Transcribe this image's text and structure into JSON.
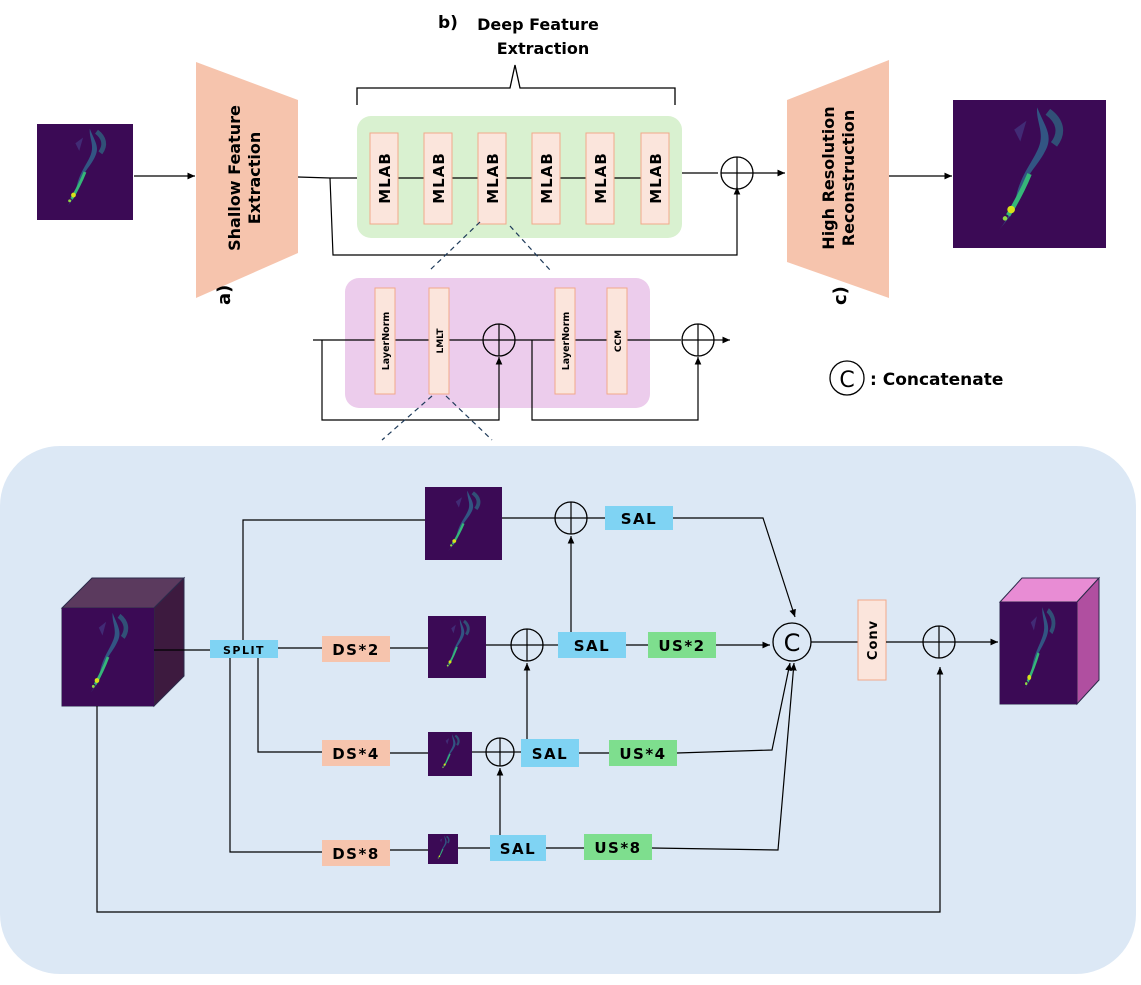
{
  "section_a": {
    "letter": "a)",
    "label_line1": "Shallow Feature",
    "label_line2": "Extraction"
  },
  "section_b": {
    "letter": "b)",
    "label_line1": "Deep Feature",
    "label_line2": "Extraction"
  },
  "section_c": {
    "letter": "c)",
    "label_line1": "High Resolution",
    "label_line2": "Reconstruction"
  },
  "mlab_blocks": [
    "MLAB",
    "MLAB",
    "MLAB",
    "MLAB",
    "MLAB",
    "MLAB"
  ],
  "mlab_detail": {
    "layernorm1": "LayerNorm",
    "lmlt": "LMLT",
    "layernorm2": "LayerNorm",
    "ccm": "CCM"
  },
  "legend": {
    "symbol": "C",
    "label": ": Concatenate"
  },
  "lmlt_detail": {
    "split": "SPLIT",
    "downsample": [
      "DS*2",
      "DS*4",
      "DS*8"
    ],
    "sal": [
      "SAL",
      "SAL",
      "SAL",
      "SAL"
    ],
    "upsample": [
      "US*2",
      "US*4",
      "US*8"
    ],
    "concat_symbol": "C",
    "conv": "Conv"
  },
  "colors": {
    "salmon": "#f6c4ad",
    "mlab_fill": "#fbe5dc",
    "green_panel": "#d9f1d0",
    "pink_panel": "#ecccec",
    "blue_panel": "#dce8f5",
    "sal": "#7fd3f3",
    "us": "#7ede8e",
    "ds": "#f6c4ad"
  }
}
